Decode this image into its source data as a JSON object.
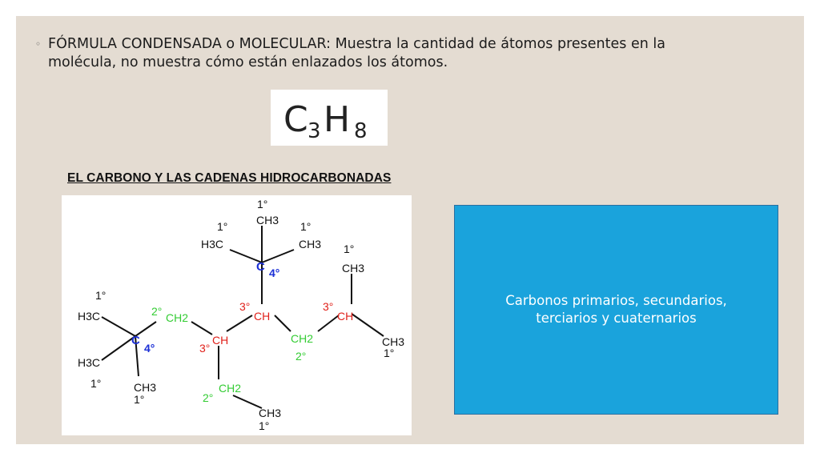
{
  "bullet": {
    "marker": "◦",
    "text": "FÓRMULA CONDENSADA o MOLECULAR: Muestra la cantidad de átomos presentes en la molécula, no muestra cómo están enlazados los átomos."
  },
  "formula": {
    "c": "C",
    "c_sub": "3",
    "h": "H",
    "h_sub": "8"
  },
  "heading": "EL CARBONO Y LAS CADENAS HIDROCARBONADAS",
  "structure": {
    "groups": {
      "ch3_top": "CH3",
      "h3c_upleft": "H3C",
      "ch3_upright": "CH3",
      "ch3_right_top": "CH3",
      "h3c_left_top": "H3C",
      "h3c_left_bottom": "H3C",
      "ch3_left_bottom": "CH3",
      "ch2_a": "CH2",
      "ch_b": "CH",
      "ch_c": "CH",
      "ch2_d": "CH2",
      "ch_e": "CH",
      "ch3_right_end": "CH3",
      "ch2_f": "CH2",
      "ch3_bottom": "CH3",
      "c_quat_top": "C",
      "c_quat_left": "C"
    },
    "labels": {
      "primary": "1°",
      "secondary": "2°",
      "tertiary": "3°",
      "quaternary": "4°"
    },
    "colors": {
      "primary": "#111111",
      "secondary": "#33cc33",
      "tertiary": "#e0201a",
      "quaternary": "#1b2fd6",
      "bond": "#111111"
    }
  },
  "callout": {
    "text": "Carbonos primarios, secundarios, terciarios y cuaternarios",
    "background": "#1aa3dc"
  }
}
